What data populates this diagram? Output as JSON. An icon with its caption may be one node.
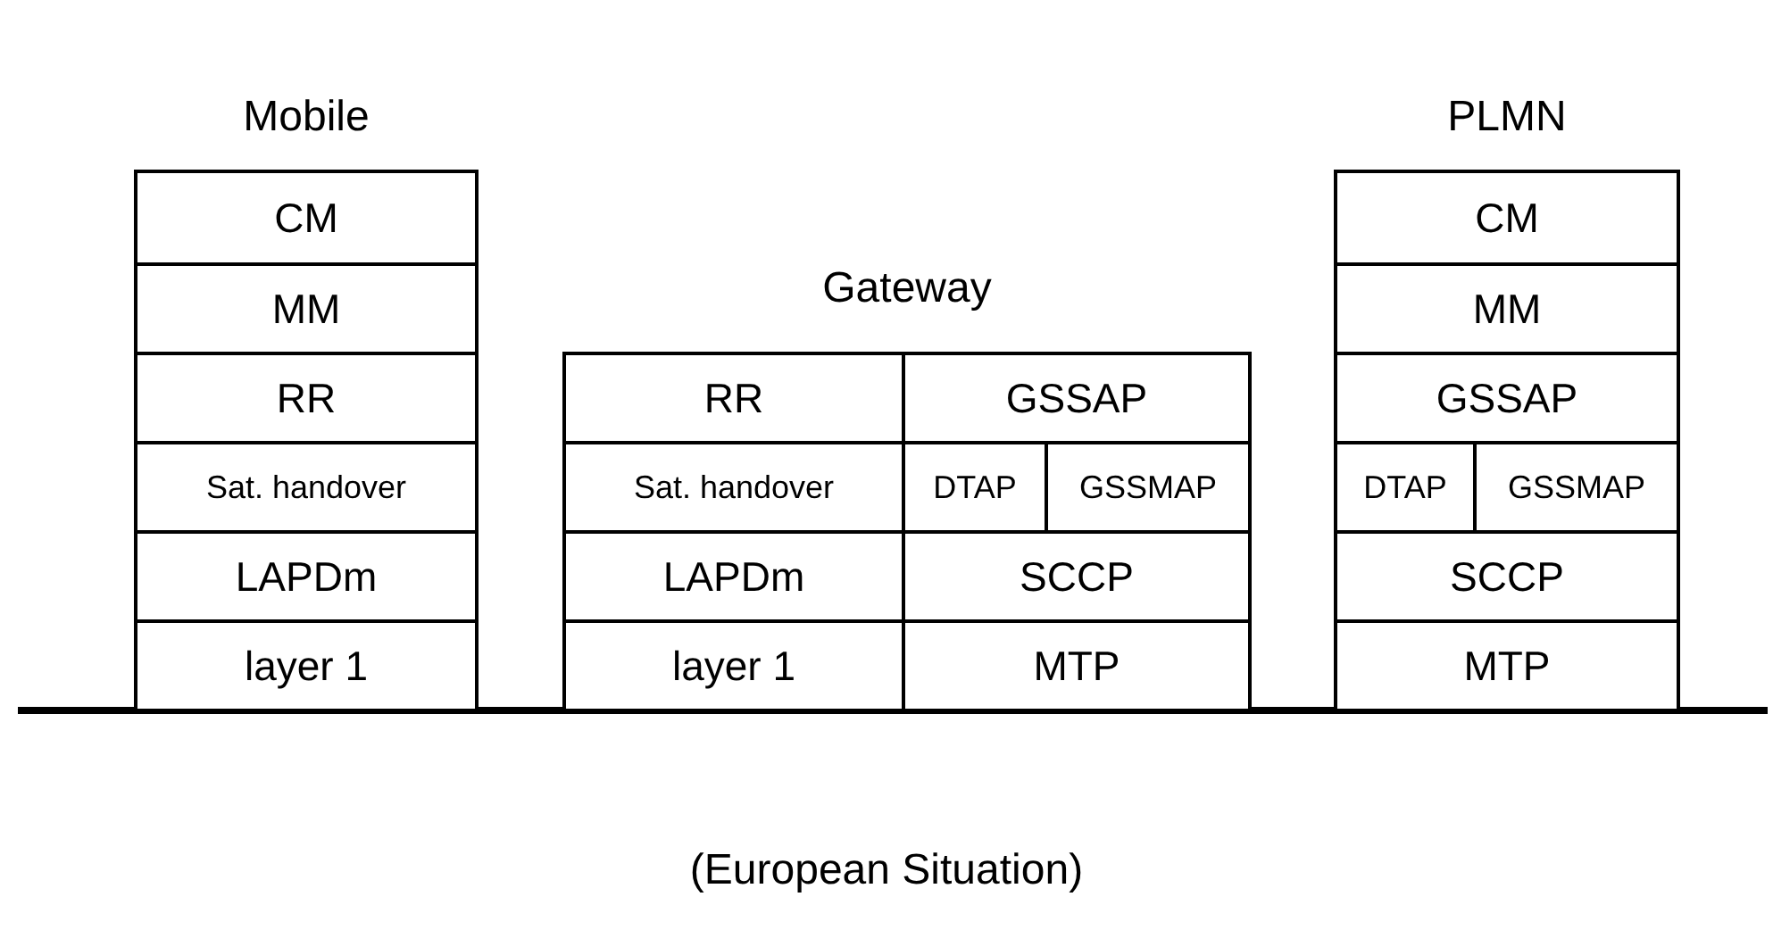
{
  "diagram": {
    "caption": "(European Situation)",
    "nodes": [
      {
        "text": [
          "Mobile"
        ]
      },
      {
        "text": [
          "CM"
        ],
        "in": 0
      },
      {
        "text": [
          "MM"
        ],
        "in": 0
      },
      {
        "text": [
          "RR"
        ],
        "in": 0
      },
      {
        "text": [
          "Sat. handover"
        ],
        "in": 0
      },
      {
        "text": [
          "LAPDm"
        ],
        "in": 0
      },
      {
        "text": [
          "layer 1"
        ],
        "in": 0
      },
      {
        "text": [
          "Gateway"
        ]
      },
      {
        "text": [
          "RR"
        ],
        "in": 7
      },
      {
        "text": [
          "GSSAP"
        ],
        "in": 7
      },
      {
        "text": [
          "Sat. handover"
        ],
        "in": 7
      },
      {
        "text": [
          "DTAP"
        ],
        "in": 7
      },
      {
        "text": [
          "GSSMAP"
        ],
        "in": 7
      },
      {
        "text": [
          "LAPDm"
        ],
        "in": 7
      },
      {
        "text": [
          "SCCP"
        ],
        "in": 7
      },
      {
        "text": [
          "layer 1"
        ],
        "in": 7
      },
      {
        "text": [
          "MTP"
        ],
        "in": 7
      },
      {
        "text": [
          "PLMN"
        ]
      },
      {
        "text": [
          "CM"
        ],
        "in": 17
      },
      {
        "text": [
          "MM"
        ],
        "in": 17
      },
      {
        "text": [
          "GSSAP"
        ],
        "in": 17
      },
      {
        "text": [
          "DTAP"
        ],
        "in": 17
      },
      {
        "text": [
          "GSSMAP"
        ],
        "in": 17
      },
      {
        "text": [
          "SCCP"
        ],
        "in": 17
      },
      {
        "text": [
          "MTP"
        ],
        "in": 17
      }
    ]
  }
}
